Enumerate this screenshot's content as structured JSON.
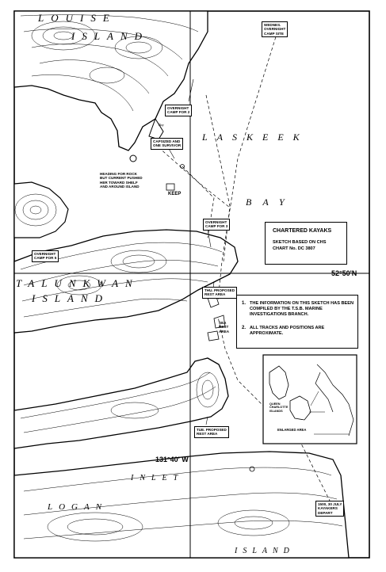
{
  "labels": {
    "louise_line1": "LOUISE",
    "louise_line2": "ISLAND",
    "laskeek": "LASKEEK",
    "bay": "BAY",
    "talunkwan_line1": "TALUNKWAN",
    "talunkwan_line2": "ISLAND",
    "inlet": "INLET",
    "logan": "LOGAN",
    "island_bottom": "ISLAND",
    "bay_small": "Bay",
    "lat": "52°50'N",
    "lon": "131°40' W",
    "keep": "KEEP"
  },
  "callouts": {
    "overnight_top": "WEDNES.\nOVERNIGHT\nCAMP SITE",
    "overnight_camp4": "OVERNIGHT\nCAMP FOR 2",
    "capsized": "CAPSIZED AND\nONE SURVIVOR",
    "heading": "HEADING FOR ROCK\nBUT CURRENT PUSHED\nHER TOWARD SHELF\nAND AROUND ISLAND",
    "overnight_camp3": "OVERNIGHT\nCAMP FOR 3",
    "overnight_camp5": "OVERNIGHT\nCAMP FOR 5",
    "rest_area1": "THU. PROPOSED\nREST AREA",
    "rest_area2": "SEA\nREST\nAREA",
    "rest_area3": "TUE. PROPOSED\nREST AREA",
    "depart": "1500, 30 JULY\nKAYAKERS\nDEPART"
  },
  "legend": {
    "title": "CHARTERED KAYAKS",
    "line1": "SKETCH BASED ON CHS",
    "line2": "CHART No. DC 3807"
  },
  "notes": {
    "n1_num": "1.",
    "n1": "THE INFORMATION ON THIS SKETCH HAS BEEN COMPILED BY THE T.S.B. MARINE INVESTIGATIONS BRANCH.",
    "n2_num": "2.",
    "n2": "ALL TRACKS AND POSITIONS ARE APPROXIMATE."
  },
  "inset": {
    "label1": "QUEEN\nCHARLOTTE\nISLANDS",
    "label2": "ENLARGED AREA"
  }
}
